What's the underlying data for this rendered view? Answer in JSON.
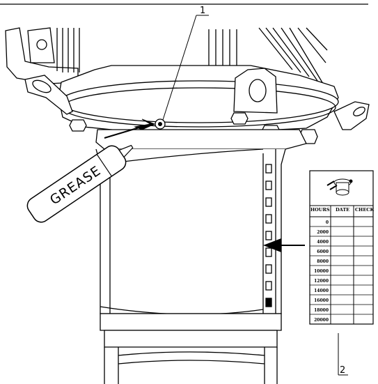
{
  "callouts": {
    "first": "1",
    "second": "2"
  },
  "grease_label": "GREASE",
  "table": {
    "headers": {
      "hours": "HOURS",
      "date": "DATE",
      "check": "CHECK"
    },
    "hours": [
      "0",
      "2000",
      "4000",
      "6000",
      "8000",
      "10000",
      "12000",
      "14000",
      "16000",
      "18000",
      "20000"
    ]
  },
  "icons": [
    "grease-gun-icon",
    "arrow-right-icon",
    "arrow-left-icon"
  ]
}
